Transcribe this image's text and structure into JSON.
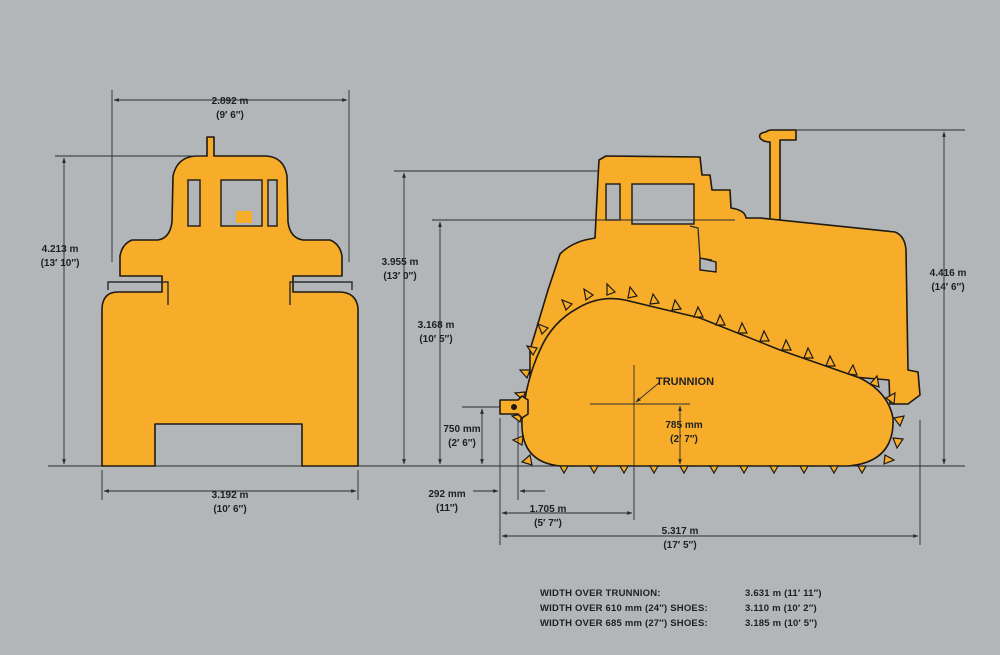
{
  "colors": {
    "background": "#b3b6b8",
    "machine": "#f7ad2a",
    "outline": "#1f1a12",
    "text": "#1d1f22"
  },
  "front": {
    "top_width": {
      "m": "2.892 m",
      "ft": "(9′ 6″)"
    },
    "height": {
      "m": "4.213 m",
      "ft": "(13′ 10″)"
    },
    "bottom_width": {
      "m": "3.192 m",
      "ft": "(10′ 6″)"
    }
  },
  "side": {
    "cab_height": {
      "m": "3.955 m",
      "ft": "(13′ 0″)"
    },
    "hood_height": {
      "m": "3.168 m",
      "ft": "(10′ 5″)"
    },
    "trunnion_height": {
      "m": "750 mm",
      "ft": "(2′ 6″)"
    },
    "trunnion_label": "TRUNNION",
    "idler_height": {
      "m": "785 mm",
      "ft": "(2′ 7″)"
    },
    "stack_height": {
      "m": "4.416 m",
      "ft": "(14′ 6″)"
    },
    "front_offset": {
      "m": "292 mm",
      "ft": "(11″)"
    },
    "trunnion_to_center": {
      "m": "1.705 m",
      "ft": "(5′ 7″)"
    },
    "overall_length": {
      "m": "5.317 m",
      "ft": "(17′ 5″)"
    }
  },
  "specs": [
    {
      "label": "WIDTH OVER TRUNNION:",
      "value": "3.631 m (11′ 11″)"
    },
    {
      "label": "WIDTH OVER 610 mm (24″) SHOES:",
      "value": "3.110 m (10′ 2″)"
    },
    {
      "label": "WIDTH OVER 685 mm (27″) SHOES:",
      "value": "3.185 m (10′ 5″)"
    }
  ]
}
